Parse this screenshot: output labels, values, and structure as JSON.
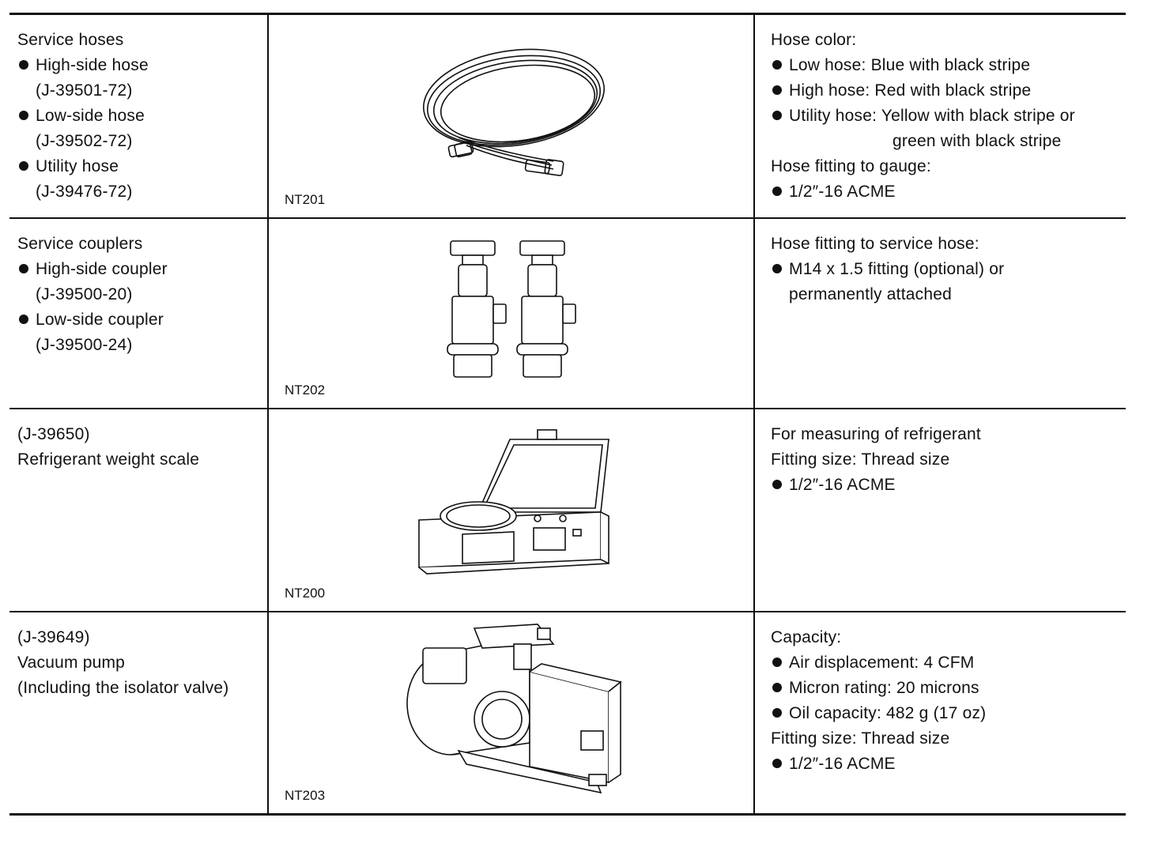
{
  "rows": [
    {
      "name": [
        "Service hoses",
        "High-side hose",
        "(J-39501-72)",
        "Low-side hose",
        "(J-39502-72)",
        "Utility hose",
        "(J-39476-72)"
      ],
      "figure_code": "NT201",
      "figure_icon": "service-hose-illustration",
      "spec": [
        "Hose color:",
        "Low hose: Blue with black stripe",
        "High hose: Red with black stripe",
        "Utility hose:  Yellow with black stripe or",
        "green with black stripe",
        "Hose fitting to gauge:",
        "1/2″-16 ACME"
      ]
    },
    {
      "name": [
        "Service couplers",
        "High-side coupler",
        "(J-39500-20)",
        "Low-side coupler",
        "(J-39500-24)"
      ],
      "figure_code": "NT202",
      "figure_icon": "service-coupler-illustration",
      "spec": [
        "Hose fitting to service hose:",
        "M14 x 1.5 fitting (optional) or",
        "permanently attached"
      ]
    },
    {
      "name": [
        "(J-39650)",
        "Refrigerant weight scale"
      ],
      "figure_code": "NT200",
      "figure_icon": "weight-scale-illustration",
      "spec": [
        "For measuring of refrigerant",
        "Fitting size: Thread size",
        "1/2″-16 ACME"
      ]
    },
    {
      "name": [
        "(J-39649)",
        "Vacuum pump",
        "(Including the isolator valve)"
      ],
      "figure_code": "NT203",
      "figure_icon": "vacuum-pump-illustration",
      "spec": [
        "Capacity:",
        "Air displacement: 4 CFM",
        "Micron rating: 20 microns",
        "Oil capacity: 482 g (17 oz)",
        "Fitting size: Thread size",
        "1/2″-16 ACME"
      ]
    }
  ]
}
